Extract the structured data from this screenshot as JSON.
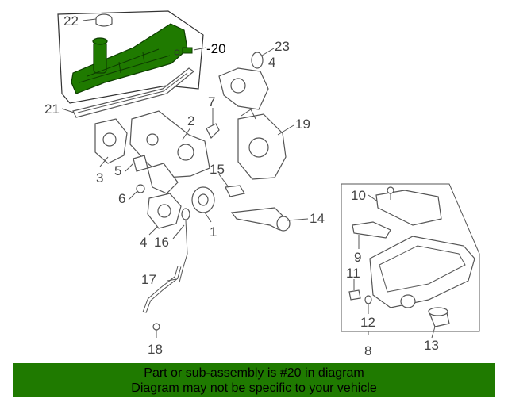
{
  "labels": {
    "l1": "1",
    "l2": "2",
    "l3": "3",
    "l4a": "4",
    "l4b": "4",
    "l5": "5",
    "l6": "6",
    "l7": "7",
    "l8": "8",
    "l9": "9",
    "l10": "10",
    "l11": "11",
    "l12": "12",
    "l13": "13",
    "l14": "14",
    "l15": "15",
    "l16": "16",
    "l17": "17",
    "l18": "18",
    "l19": "19",
    "l20": "-20",
    "l21": "21",
    "l22": "22",
    "l23": "23"
  },
  "banner": {
    "line1": "Part or sub-assembly is #20 in diagram",
    "line2": "Diagram may not be specific to your vehicle"
  },
  "colors": {
    "highlight": "#1f7a00",
    "banner_bg": "#1f7a00",
    "line": "#555555"
  }
}
